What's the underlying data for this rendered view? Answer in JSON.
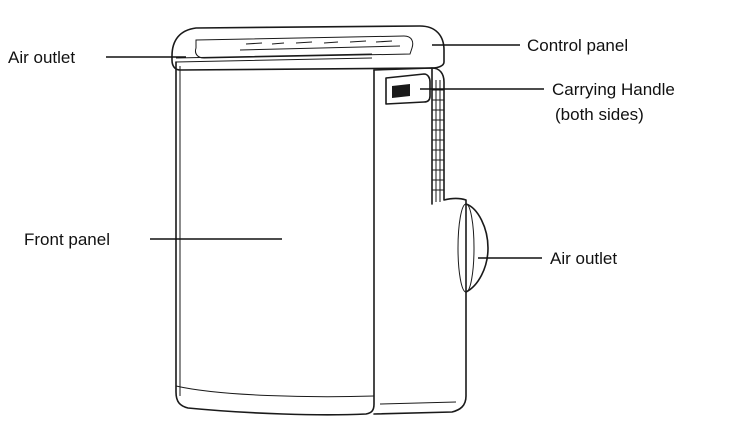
{
  "labels": {
    "air_outlet_top": "Air outlet",
    "control_panel": "Control panel",
    "carrying_handle_line1": "Carrying Handle",
    "carrying_handle_line2": "(both sides)",
    "front_panel": "Front panel",
    "air_outlet_side": "Air outlet"
  },
  "colors": {
    "line": "#1a1a1a",
    "background": "#ffffff"
  }
}
